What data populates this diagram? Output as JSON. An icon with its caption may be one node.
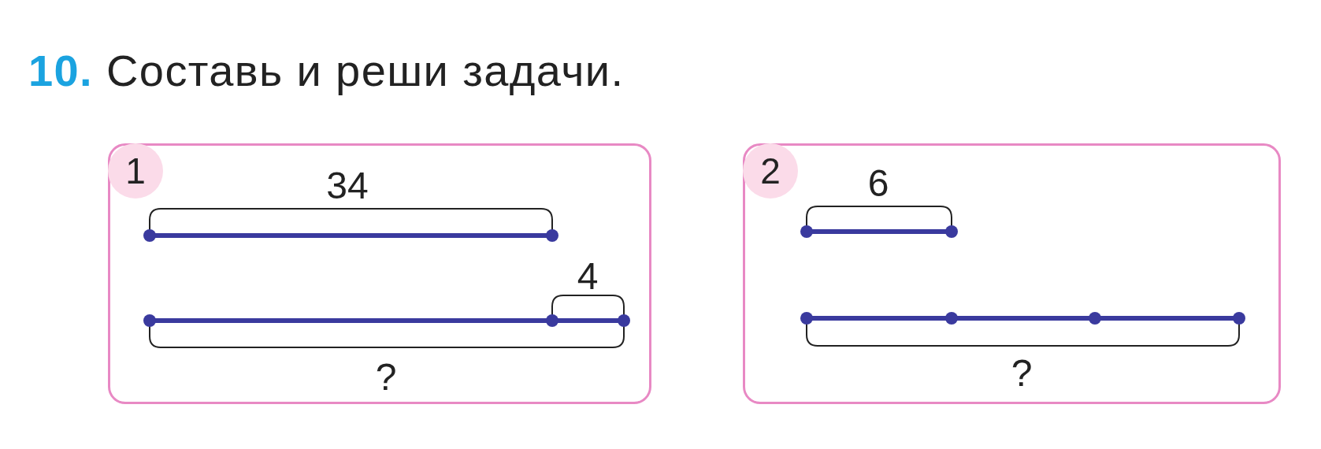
{
  "diagram": {
    "title": "**10.** Составь и реши задачи.",
    "nodes": [
      {
        "text": [],
        "shape": "box"
      },
      {
        "text": [
          "1"
        ],
        "in": 0
      },
      {
        "text": [],
        "shape": "box"
      },
      {
        "text": [
          "2"
        ],
        "in": 2
      }
    ],
    "labels": [
      "34",
      "4",
      "?",
      "6",
      "?"
    ]
  }
}
